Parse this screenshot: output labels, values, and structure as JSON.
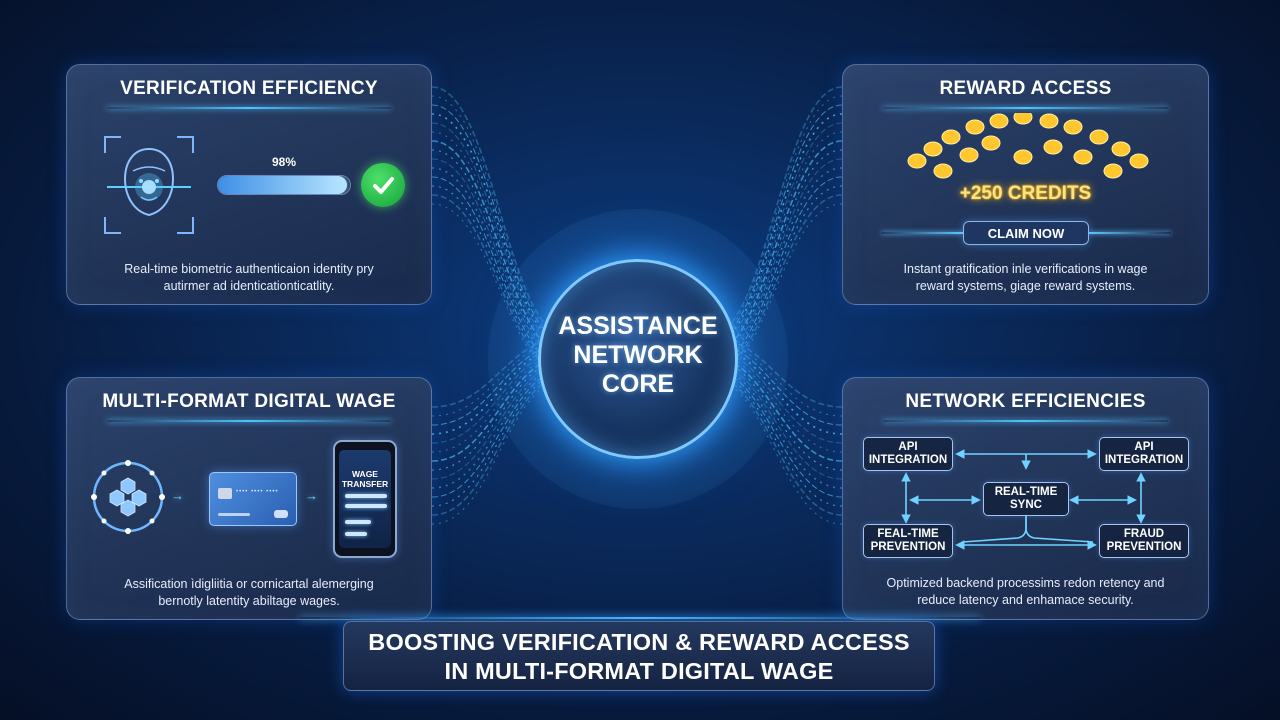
{
  "core": {
    "line1": "ASSISTANCE",
    "line2": "NETWORK",
    "line3": "CORE"
  },
  "verification": {
    "title": "VERIFICATION EFFICIENCY",
    "progress_label": "98%",
    "progress_value": 0.98,
    "desc_line1": "Real-time biometric authenticaion identity pry",
    "desc_line2": "autirmer ad identicationticatlity."
  },
  "reward": {
    "title": "REWARD ACCESS",
    "credits": "+250 CREDITS",
    "claim_label": "CLAIM NOW",
    "desc_line1": "Instant gratification inle verifications in wage",
    "desc_line2": "reward systems, giage reward systems."
  },
  "wage": {
    "title": "MULTI-FORMAT DIGITAL WAGE",
    "phone_line1": "WAGE",
    "phone_line2": "TRANSFER",
    "desc_line1": "Assification ìdigliitia or cornicartal alemerging",
    "desc_line2": "bernotly latentity abiltage wages."
  },
  "network": {
    "title": "NETWORK EFFICIENCIES",
    "boxes": {
      "api_left": [
        "API",
        "INTEGRATION"
      ],
      "api_right": [
        "API",
        "INTEGRATION"
      ],
      "realtime": [
        "REAL-TIME",
        "SYNC"
      ],
      "prevention_left": [
        "FEAL-TIME",
        "PREVENTION"
      ],
      "prevention_right": [
        "FRAUD",
        "PREVENTION"
      ]
    },
    "desc_line1": "Optimized backend processims redon retency and",
    "desc_line2": "reduce latency and enhamace security."
  },
  "banner": {
    "line1": "BOOSTING VERIFICATION & REWARD ACCESS",
    "line2": "IN MULTI-FORMAT DIGITAL WAGE"
  },
  "colors": {
    "accent": "#4fc3ff",
    "success": "#1fb347",
    "gold": "#ffc62e"
  }
}
